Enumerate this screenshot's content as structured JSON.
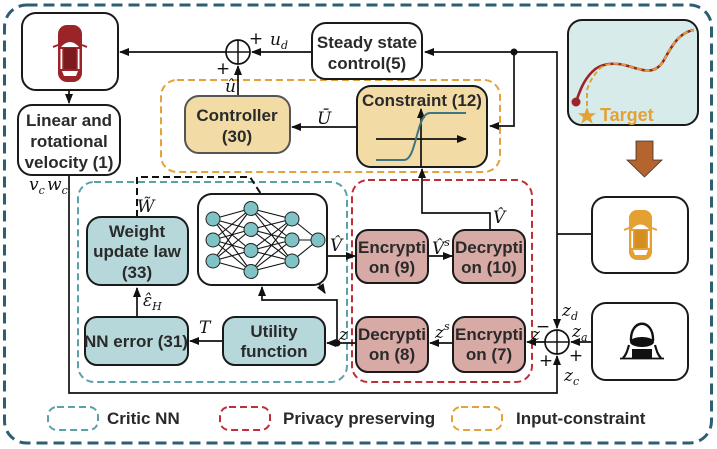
{
  "blocks": {
    "vehicle": {
      "icon": "red-car-icon"
    },
    "velocity": {
      "lines": [
        "Linear and",
        "rotational",
        "velocity (1)"
      ]
    },
    "steady_state": {
      "lines": [
        "Steady state",
        "control(5)"
      ]
    },
    "controller": {
      "lines": [
        "Controller",
        "(30)"
      ]
    },
    "constraint": {
      "title": "Constraint (12)",
      "icon": "saturation-function-icon"
    },
    "neural_network": {
      "layers": [
        3,
        4,
        3,
        1
      ]
    },
    "weight_update": {
      "lines": [
        "Weight",
        "update law",
        "(33)"
      ]
    },
    "nn_error": {
      "lines": [
        "NN error (31)"
      ]
    },
    "utility": {
      "lines": [
        "Utility",
        "function"
      ]
    },
    "encryption_9": {
      "lines": [
        "Encrypti",
        "on (9)"
      ]
    },
    "decryption_10": {
      "lines": [
        "Decrypti",
        "on (10)"
      ]
    },
    "decryption_8": {
      "lines": [
        "Decrypti",
        "on (8)"
      ]
    },
    "encryption_7": {
      "lines": [
        "Encrypti",
        "on (7)"
      ]
    },
    "trajectory_panel": {
      "label": "Target"
    },
    "leader_vehicle": {
      "icon": "orange-car-icon"
    },
    "driver": {
      "icon": "driver-icon"
    }
  },
  "signals": {
    "u_d": {
      "base": "u",
      "sub": "d"
    },
    "u_hat": "û",
    "u_bar": "Ū",
    "v_c": {
      "base": "v",
      "sub": "c"
    },
    "w_c": {
      "base": "w",
      "sub": "c"
    },
    "w_tilde": "W̃",
    "eps_hat_H": {
      "base": "ε̂",
      "sub": "H"
    },
    "utility_T": "T",
    "v_hat_nn": "V̂",
    "v_hat_s": {
      "base": "V̂",
      "sup": "s"
    },
    "v_hat_dec": "V̂",
    "z_s": {
      "base": "z",
      "sup": "s"
    },
    "z_util": "z",
    "z_sum": "z",
    "z_d": {
      "base": "z",
      "sub": "d"
    },
    "z_a": {
      "base": "z",
      "sub": "a"
    },
    "z_c": {
      "base": "z",
      "sub": "c"
    }
  },
  "signs": {
    "sum1_top": "+",
    "sum1_left": "+",
    "sum2_minus": "−",
    "sum2_right": "+",
    "sum2_bottom": "+"
  },
  "legend": [
    {
      "label": "Critic NN",
      "color": "#5aa1a9"
    },
    {
      "label": "Privacy preserving",
      "color": "#be3038"
    },
    {
      "label": "Input-constraint",
      "color": "#e6a23a"
    }
  ],
  "colors": {
    "frame": "#2e5e72",
    "critic_fill": "#b6d8db",
    "privacy_fill": "#d8aaa5",
    "constraint_fill": "#f2dba5",
    "panel_fill": "#d7ebeb",
    "vehicle_red": "#9b2428",
    "vehicle_orange": "#e5a032",
    "arrow_brown": "#b4642c",
    "curve": "#3e7483",
    "target": "#e3a236"
  }
}
